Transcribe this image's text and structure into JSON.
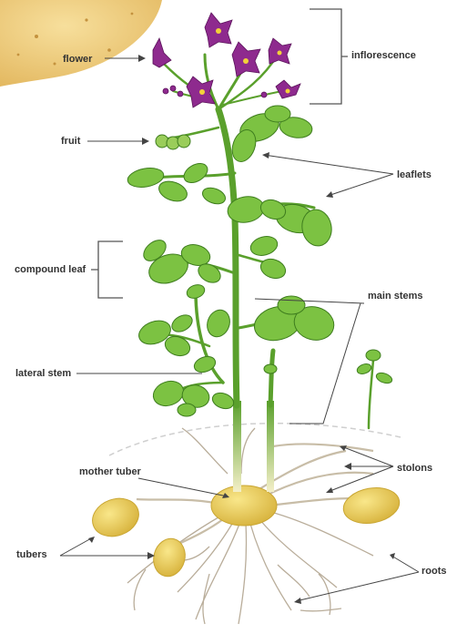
{
  "labels": {
    "flower": "flower",
    "inflorescence": "inflorescence",
    "fruit": "fruit",
    "leaflets": "leaflets",
    "compound_leaf": "compound leaf",
    "main_stems": "main stems",
    "lateral_stem": "lateral stem",
    "mother_tuber": "mother tuber",
    "stolons": "stolons",
    "tubers": "tubers",
    "roots": "roots"
  },
  "colors": {
    "leaf": "#7cc242",
    "leaf_dark": "#3e7d1e",
    "stem": "#5aa02c",
    "flower": "#8e2a8e",
    "tuber": "#f0d060",
    "tuber_dark": "#c9a632",
    "root": "#b9ad9a",
    "soil_line": "#cfcfcf",
    "pointer": "#444444"
  }
}
